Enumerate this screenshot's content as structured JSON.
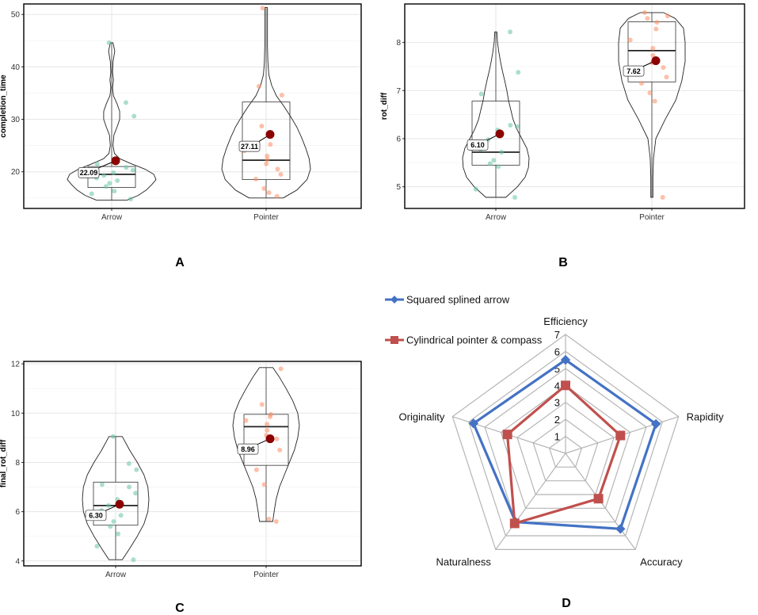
{
  "colors": {
    "arrow_points": "#66c2a5",
    "pointer_points": "#fc8d62",
    "mean": "#8b0000",
    "radar_series_1": "#4472c4",
    "radar_series_2": "#c0504d"
  },
  "panels": [
    {
      "letter": "A",
      "ylabel": "completion_time",
      "groups": [
        "Arrow",
        "Pointer"
      ],
      "mean_labels": [
        "22.09",
        "27.11"
      ]
    },
    {
      "letter": "B",
      "ylabel": "rot_diff",
      "groups": [
        "Arrow",
        "Pointer"
      ],
      "mean_labels": [
        "6.10",
        "7.62"
      ]
    },
    {
      "letter": "C",
      "ylabel": "final_rot_diff",
      "groups": [
        "Arrow",
        "Pointer"
      ],
      "mean_labels": [
        "6.30",
        "8.96"
      ]
    },
    {
      "letter": "D"
    }
  ],
  "chart_data": [
    {
      "type": "violin-box",
      "panel": "A",
      "xlabel": "",
      "ylabel": "completion_time",
      "categories": [
        "Arrow",
        "Pointer"
      ],
      "ylim": [
        13,
        52
      ],
      "yticks": [
        20,
        30,
        40,
        50
      ],
      "grid": true,
      "groups": [
        {
          "name": "Arrow",
          "mean": 22.09,
          "box": {
            "q1": 17.0,
            "median": 19.5,
            "q3": 21.0,
            "min": 14.5,
            "max": 44.5
          },
          "points": [
            14.8,
            15.8,
            16.3,
            17.2,
            17.8,
            18.3,
            18.8,
            19.3,
            19.8,
            20.3,
            20.8,
            21.5,
            30.6,
            33.2,
            44.6
          ],
          "density": [
            [
              14.6,
              0.35
            ],
            [
              15.5,
              0.6
            ],
            [
              16.5,
              0.78
            ],
            [
              17.5,
              0.9
            ],
            [
              18.5,
              1.0
            ],
            [
              19.5,
              0.95
            ],
            [
              20.5,
              0.75
            ],
            [
              21.5,
              0.45
            ],
            [
              22.5,
              0.18
            ],
            [
              23.5,
              0.06
            ],
            [
              25,
              0.03
            ],
            [
              27,
              0.05
            ],
            [
              28.5,
              0.12
            ],
            [
              30,
              0.18
            ],
            [
              31.5,
              0.18
            ],
            [
              33,
              0.12
            ],
            [
              34.5,
              0.04
            ],
            [
              36,
              0.02
            ],
            [
              37.5,
              0.04
            ],
            [
              39,
              0.02
            ],
            [
              41,
              0.03
            ],
            [
              43,
              0.07
            ],
            [
              44.6,
              0.03
            ]
          ]
        },
        {
          "name": "Pointer",
          "mean": 27.11,
          "box": {
            "q1": 18.5,
            "median": 22.2,
            "q3": 33.3,
            "min": 15.0,
            "max": 51.2
          },
          "points": [
            15.3,
            16.0,
            16.8,
            18.6,
            19.5,
            20.5,
            21.5,
            22.3,
            23.0,
            24.0,
            25.2,
            27.0,
            28.7,
            34.6,
            36.3,
            51.2
          ],
          "density": [
            [
              15,
              0.25
            ],
            [
              16.5,
              0.45
            ],
            [
              18.5,
              0.6
            ],
            [
              20.5,
              0.65
            ],
            [
              22.5,
              0.63
            ],
            [
              24.5,
              0.58
            ],
            [
              26.5,
              0.52
            ],
            [
              28.5,
              0.45
            ],
            [
              30.5,
              0.36
            ],
            [
              32.5,
              0.26
            ],
            [
              34.5,
              0.15
            ],
            [
              36.5,
              0.08
            ],
            [
              38.5,
              0.04
            ],
            [
              41,
              0.025
            ],
            [
              44,
              0.02
            ],
            [
              47,
              0.02
            ],
            [
              50,
              0.02
            ],
            [
              51.3,
              0.02
            ]
          ]
        }
      ]
    },
    {
      "type": "violin-box",
      "panel": "B",
      "xlabel": "",
      "ylabel": "rot_diff",
      "categories": [
        "Arrow",
        "Pointer"
      ],
      "ylim": [
        4.55,
        8.8
      ],
      "yticks": [
        5,
        6,
        7,
        8
      ],
      "grid": true,
      "groups": [
        {
          "name": "Arrow",
          "mean": 6.1,
          "box": {
            "q1": 5.45,
            "median": 5.72,
            "q3": 6.78,
            "min": 4.78,
            "max": 8.22
          },
          "points": [
            4.78,
            4.95,
            5.42,
            5.48,
            5.55,
            5.72,
            5.78,
            5.98,
            6.18,
            6.25,
            6.28,
            6.93,
            7.38,
            8.22
          ],
          "density": [
            [
              4.78,
              0.3
            ],
            [
              5.0,
              0.65
            ],
            [
              5.2,
              0.88
            ],
            [
              5.4,
              0.98
            ],
            [
              5.6,
              1.0
            ],
            [
              5.8,
              0.93
            ],
            [
              6.0,
              0.78
            ],
            [
              6.2,
              0.63
            ],
            [
              6.4,
              0.52
            ],
            [
              6.6,
              0.45
            ],
            [
              6.8,
              0.38
            ],
            [
              7.0,
              0.33
            ],
            [
              7.2,
              0.27
            ],
            [
              7.4,
              0.2
            ],
            [
              7.6,
              0.14
            ],
            [
              7.8,
              0.09
            ],
            [
              8.0,
              0.05
            ],
            [
              8.22,
              0.03
            ]
          ]
        },
        {
          "name": "Pointer",
          "mean": 7.62,
          "box": {
            "q1": 7.18,
            "median": 7.83,
            "q3": 8.43,
            "min": 4.78,
            "max": 8.62
          },
          "points": [
            4.78,
            6.78,
            6.95,
            7.15,
            7.28,
            7.48,
            7.58,
            7.73,
            7.88,
            8.05,
            8.28,
            8.42,
            8.5,
            8.55,
            8.62
          ],
          "density": [
            [
              4.78,
              0.03
            ],
            [
              5.2,
              0.03
            ],
            [
              5.6,
              0.05
            ],
            [
              6.0,
              0.12
            ],
            [
              6.4,
              0.4
            ],
            [
              6.8,
              0.72
            ],
            [
              7.2,
              0.9
            ],
            [
              7.6,
              1.0
            ],
            [
              8.0,
              1.0
            ],
            [
              8.3,
              0.95
            ],
            [
              8.5,
              0.7
            ],
            [
              8.62,
              0.35
            ]
          ]
        }
      ]
    },
    {
      "type": "violin-box",
      "panel": "C",
      "xlabel": "",
      "ylabel": "final_rot_diff",
      "categories": [
        "Arrow",
        "Pointer"
      ],
      "ylim": [
        3.8,
        12.1
      ],
      "yticks": [
        4,
        6,
        8,
        10,
        12
      ],
      "grid": true,
      "groups": [
        {
          "name": "Arrow",
          "mean": 6.3,
          "box": {
            "q1": 5.45,
            "median": 6.25,
            "q3": 7.2,
            "min": 4.05,
            "max": 9.05
          },
          "points": [
            4.05,
            4.6,
            5.1,
            5.4,
            5.6,
            5.85,
            6.05,
            6.25,
            6.5,
            6.75,
            7.0,
            7.1,
            7.7,
            7.95,
            9.05
          ],
          "density": [
            [
              4.05,
              0.2
            ],
            [
              4.5,
              0.42
            ],
            [
              5.0,
              0.65
            ],
            [
              5.5,
              0.85
            ],
            [
              6.0,
              0.97
            ],
            [
              6.5,
              1.0
            ],
            [
              7.0,
              0.97
            ],
            [
              7.5,
              0.85
            ],
            [
              8.0,
              0.65
            ],
            [
              8.5,
              0.42
            ],
            [
              9.05,
              0.2
            ]
          ]
        },
        {
          "name": "Pointer",
          "mean": 8.96,
          "box": {
            "q1": 7.88,
            "median": 9.45,
            "q3": 9.95,
            "min": 5.6,
            "max": 11.85
          },
          "points": [
            5.6,
            5.7,
            7.1,
            7.7,
            8.5,
            8.95,
            9.1,
            9.3,
            9.55,
            9.7,
            9.85,
            9.95,
            10.35,
            11.8
          ],
          "density": [
            [
              5.6,
              0.2
            ],
            [
              6.0,
              0.24
            ],
            [
              6.5,
              0.3
            ],
            [
              7.0,
              0.4
            ],
            [
              7.5,
              0.55
            ],
            [
              8.0,
              0.7
            ],
            [
              8.5,
              0.85
            ],
            [
              9.0,
              0.95
            ],
            [
              9.5,
              1.0
            ],
            [
              10.0,
              0.95
            ],
            [
              10.5,
              0.8
            ],
            [
              11.0,
              0.6
            ],
            [
              11.5,
              0.38
            ],
            [
              11.85,
              0.2
            ]
          ]
        }
      ]
    },
    {
      "type": "radar",
      "panel": "D",
      "axes": [
        "Efficiency",
        "Rapidity",
        "Accuracy",
        "Naturalness",
        "Originality"
      ],
      "ring_labels": [
        "1",
        "2",
        "3",
        "4",
        "5",
        "6",
        "7"
      ],
      "range": [
        0,
        7
      ],
      "legend_position": "top-left",
      "series": [
        {
          "name": "Squared splined arrow",
          "marker": "diamond",
          "values": [
            5.5,
            5.6,
            5.5,
            5.0,
            5.7
          ]
        },
        {
          "name": "Cylindrical pointer & compass",
          "marker": "square",
          "values": [
            4.0,
            3.4,
            3.3,
            5.1,
            3.6
          ]
        }
      ]
    }
  ]
}
